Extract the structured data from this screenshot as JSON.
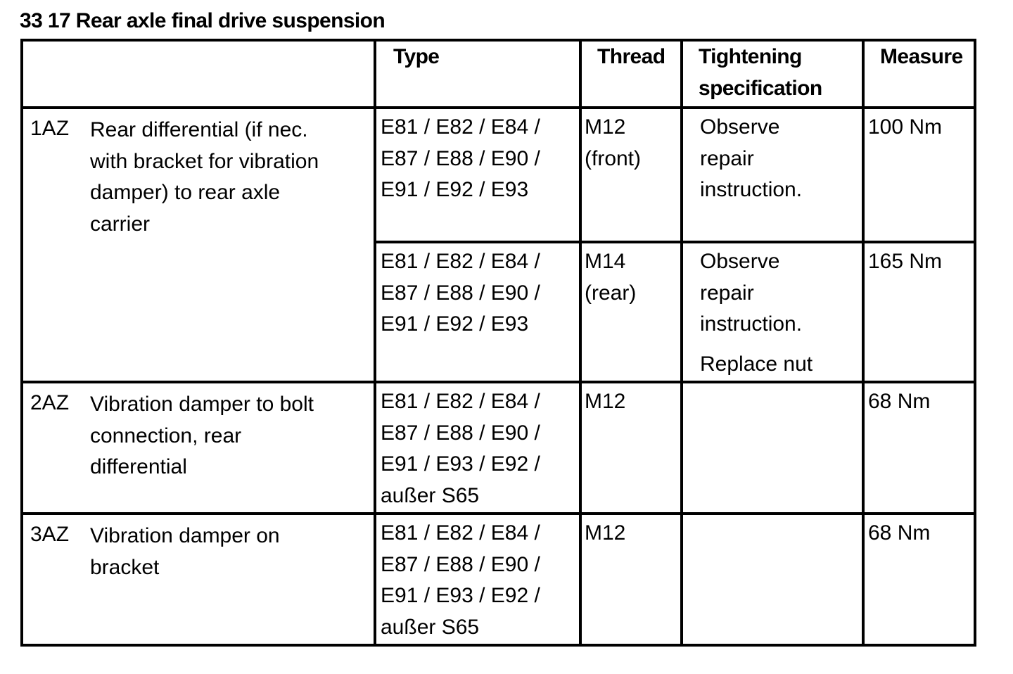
{
  "title": "33 17 Rear axle final drive suspension",
  "headers": {
    "type": "Type",
    "thread": "Thread",
    "tightening_line1": "Tightening",
    "tightening_line2": "specification",
    "measure": "Measure"
  },
  "rows": [
    {
      "num": "1AZ",
      "desc": [
        "Rear differential (if nec.",
        "with bracket for vibration",
        "damper) to rear axle",
        "carrier"
      ],
      "sub": [
        {
          "type": [
            "E81 / E82 / E84 /",
            "E87 / E88 / E90 /",
            "E91 / E92 / E93"
          ],
          "thread": [
            "M12",
            "(front)"
          ],
          "tightening": [
            "Observe",
            "repair",
            "instruction."
          ],
          "tightening_extra": "",
          "measure": "100 Nm"
        },
        {
          "type": [
            "E81 / E82 / E84 /",
            "E87 / E88 / E90 /",
            "E91 / E92 / E93"
          ],
          "thread": [
            "M14",
            "(rear)"
          ],
          "tightening": [
            "Observe",
            "repair",
            "instruction."
          ],
          "tightening_extra": "Replace nut",
          "measure": "165 Nm"
        }
      ]
    },
    {
      "num": "2AZ",
      "desc": [
        "Vibration damper to bolt",
        "connection, rear",
        "differential"
      ],
      "type": [
        "E81 / E82 / E84 /",
        "E87 / E88 / E90 /",
        "E91 / E93 / E92 /",
        "außer S65"
      ],
      "thread": [
        "M12"
      ],
      "tightening": [],
      "measure": "68 Nm"
    },
    {
      "num": "3AZ",
      "desc": [
        "Vibration damper on",
        "bracket"
      ],
      "type": [
        "E81 / E82 / E84 /",
        "E87 / E88 / E90 /",
        "E91 / E93 / E92 /",
        "außer S65"
      ],
      "thread": [
        "M12"
      ],
      "tightening": [],
      "measure": "68 Nm"
    }
  ]
}
